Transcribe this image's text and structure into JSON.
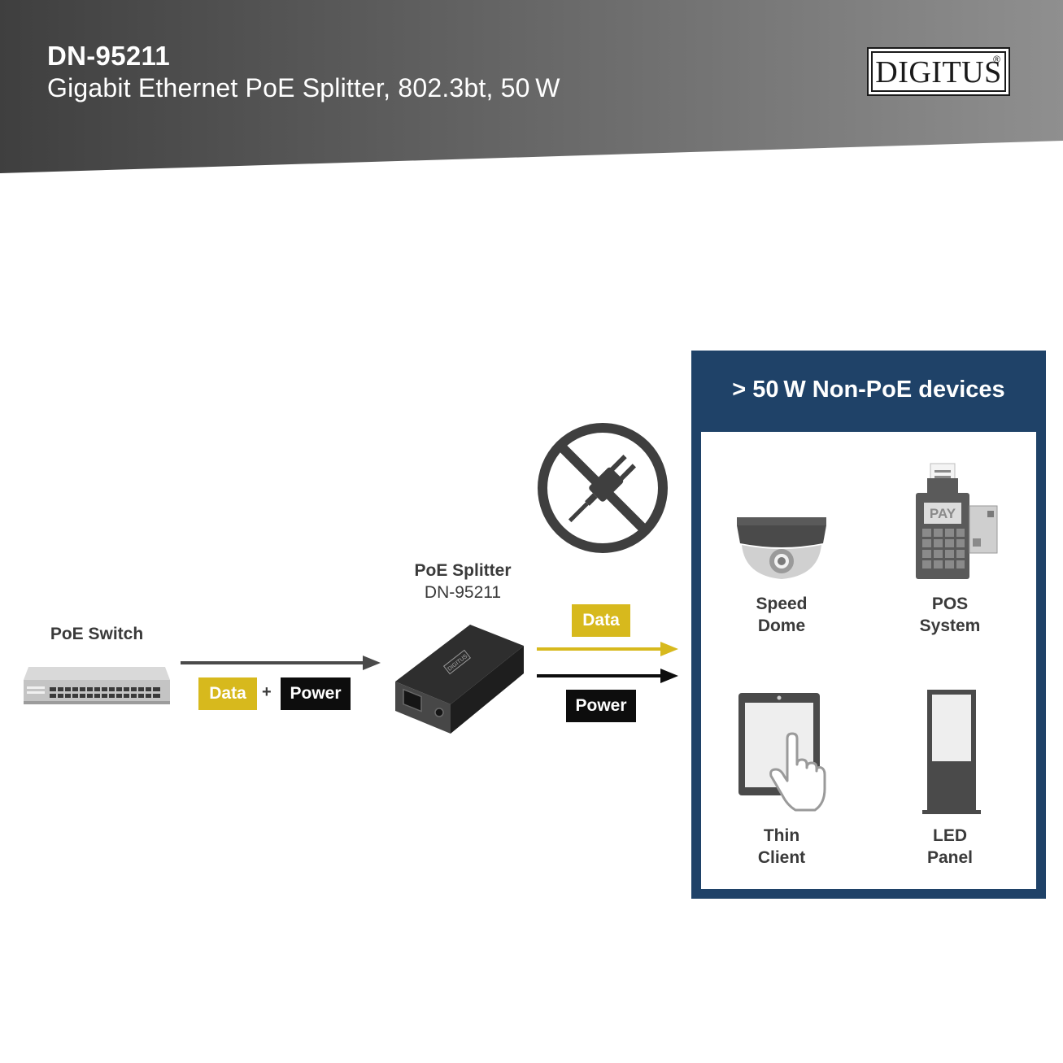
{
  "header": {
    "model": "DN-95211",
    "subtitle": "Gigabit Ethernet PoE Splitter, 802.3bt, 50 W",
    "logo": "DIGITUS",
    "logo_reg": "®"
  },
  "switch": {
    "label": "PoE Switch",
    "icon": "network-switch-icon"
  },
  "input_tags": {
    "data": "Data",
    "plus": "+",
    "power": "Power"
  },
  "splitter": {
    "label": "PoE Splitter",
    "model": "DN-95211",
    "brand": "DIGITUS",
    "icon": "poe-splitter-icon"
  },
  "no_plug_icon": "no-power-plug-icon",
  "output_tags": {
    "data": "Data",
    "power": "Power"
  },
  "panel": {
    "title": "> 50 W Non-PoE devices",
    "devices": [
      {
        "line1": "Speed",
        "line2": "Dome",
        "icon": "dome-camera-icon"
      },
      {
        "line1": "POS",
        "line2": "System",
        "icon": "pos-terminal-icon",
        "screen_text": "PAY"
      },
      {
        "line1": "Thin",
        "line2": "Client",
        "icon": "tablet-touch-icon"
      },
      {
        "line1": "LED",
        "line2": "Panel",
        "icon": "led-panel-icon"
      }
    ]
  },
  "colors": {
    "banner_dark": "#3f3f3f",
    "banner_light": "#8a8a8a",
    "data_yellow": "#d7b91d",
    "power_black": "#0d0d0d",
    "panel_blue": "#1f4268",
    "arrow_gray": "#4a4a4a"
  }
}
